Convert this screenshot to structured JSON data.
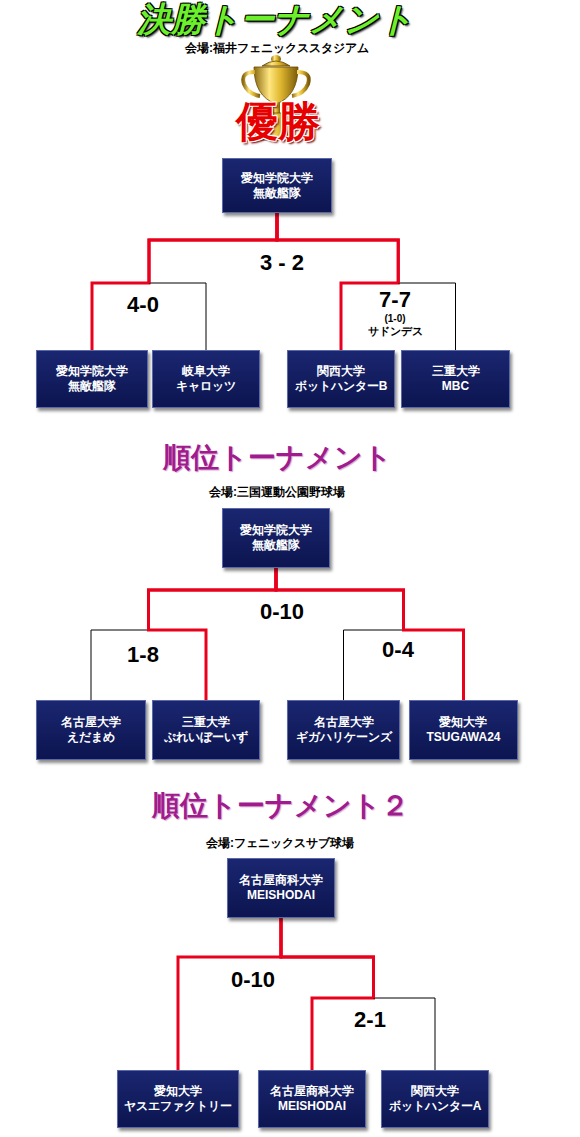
{
  "diagram": {
    "nodes": [
      {
        "text": [
          "愛知学院大学 無敵艦隊"
        ]
      },
      {
        "text": [
          "愛知学院大学 無敵艦隊"
        ]
      },
      {
        "text": [
          "岐阜大学 キャロッツ"
        ]
      },
      {
        "text": [
          "関西大学 ボットハンターB"
        ]
      },
      {
        "text": [
          "三重大学 MBC"
        ]
      },
      {
        "text": [
          "愛知学院大学 無敵艦隊"
        ]
      },
      {
        "text": [
          "名古屋大学 えだまめ"
        ]
      },
      {
        "text": [
          "三重大学 ぷれいぼーいず"
        ]
      },
      {
        "text": [
          "名古屋大学 ギガハリケーンズ"
        ]
      },
      {
        "text": [
          "愛知大学 TSUGAWA24"
        ]
      },
      {
        "text": [
          "名古屋商科大学 MEISHODAI"
        ]
      },
      {
        "text": [
          "愛知大学 ヤスエファクトリー"
        ]
      },
      {
        "text": [
          "名古屋商科大学 MEISHODAI"
        ]
      },
      {
        "text": [
          "関西大学 ボットハンターA"
        ]
      }
    ],
    "edges": [
      {
        "from": 1,
        "to": 0,
        "arrow": "none"
      },
      {
        "from": 2,
        "to": 0,
        "arrow": "none"
      },
      {
        "from": 3,
        "to": 0,
        "arrow": "none"
      },
      {
        "from": 4,
        "to": 0,
        "arrow": "none"
      },
      {
        "from": 6,
        "to": 5,
        "arrow": "none"
      },
      {
        "from": 7,
        "to": 5,
        "arrow": "none"
      },
      {
        "from": 8,
        "to": 5,
        "arrow": "none"
      },
      {
        "from": 9,
        "to": 5,
        "arrow": "none"
      },
      {
        "from": 11,
        "to": 10,
        "arrow": "none"
      },
      {
        "from": 12,
        "to": 10,
        "arrow": "none"
      },
      {
        "from": 13,
        "to": 10,
        "arrow": "none"
      }
    ],
    "labels": [
      "決勝トーナメント",
      "会場:福井フェニックススタジアム",
      "優勝",
      "3 - 2",
      "4-0",
      "7-7",
      "(1-0)",
      "サドンデス",
      "順位トーナメント",
      "会場:三国運動公園野球場",
      "0-10",
      "1-8",
      "0-4",
      "順位トーナメント２",
      "会場:フェニックスサブ球場",
      "0-10",
      "2-1"
    ]
  }
}
